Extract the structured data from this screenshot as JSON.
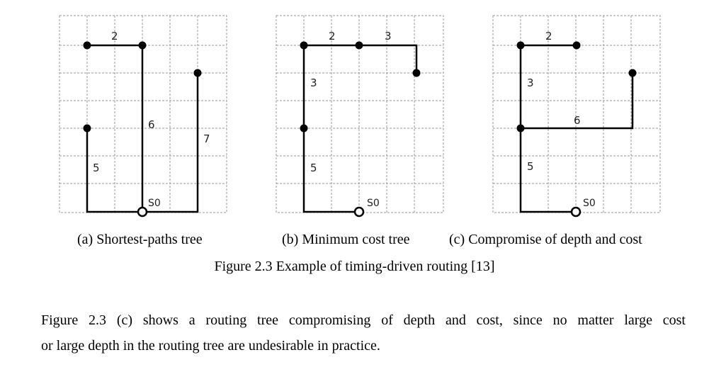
{
  "panels": [
    {
      "caption": "(a) Shortest-paths tree",
      "edge_labels": [
        "2",
        "6",
        "5",
        "7"
      ],
      "source_label": "S0"
    },
    {
      "caption": "(b) Minimum cost tree",
      "edge_labels": [
        "2",
        "3",
        "3",
        "5"
      ],
      "source_label": "S0"
    },
    {
      "caption": "(c) Compromise of depth and cost",
      "edge_labels": [
        "2",
        "3",
        "6",
        "5"
      ],
      "source_label": "S0"
    }
  ],
  "figure_title": "Figure 2.3 Example of timing-driven routing [13]",
  "paragraph": {
    "line1": "Figure 2.3 (c) shows a routing tree compromising of depth and cost, since no matter large cost",
    "line2": "or large depth in the routing tree are undesirable in practice."
  }
}
